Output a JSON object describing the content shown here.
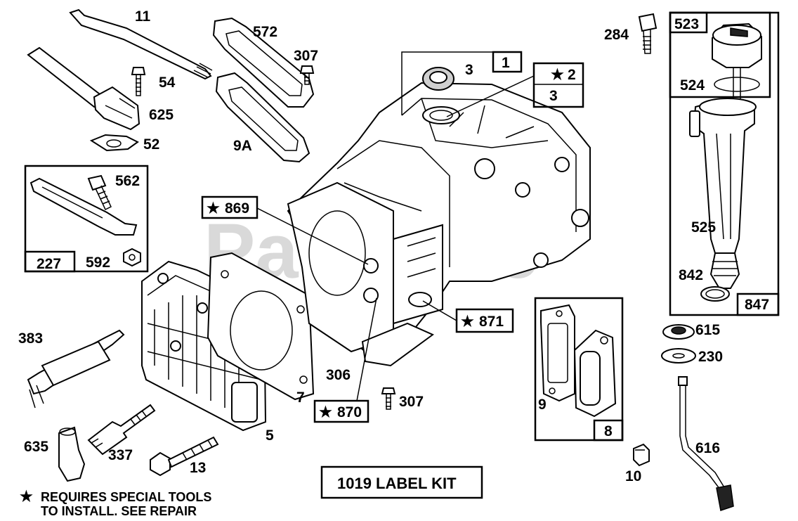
{
  "watermark": "Partstree",
  "callouts": {
    "p11": "11",
    "p572": "572",
    "p307a": "307",
    "p54": "54",
    "p625": "625",
    "p52": "52",
    "p9a": "9A",
    "p562": "562",
    "p227": "227",
    "p592": "592",
    "p383": "383",
    "p635": "635",
    "p337": "337",
    "p13": "13",
    "p5": "5",
    "p7": "7",
    "p306": "306",
    "p307b": "307",
    "p869": "869",
    "p870": "870",
    "p871": "871",
    "p3a": "3",
    "p1": "1",
    "p2": "2",
    "p3b": "3",
    "p9": "9",
    "p8": "8",
    "p284": "284",
    "p523": "523",
    "p524": "524",
    "p525": "525",
    "p842": "842",
    "p847": "847",
    "p615": "615",
    "p230": "230",
    "p616": "616",
    "p10": "10"
  },
  "star_symbol": "★",
  "footnote": {
    "line1": "REQUIRES SPECIAL TOOLS",
    "line2": "TO INSTALL.  SEE REPAIR"
  },
  "kit_label": "1019 LABEL KIT"
}
